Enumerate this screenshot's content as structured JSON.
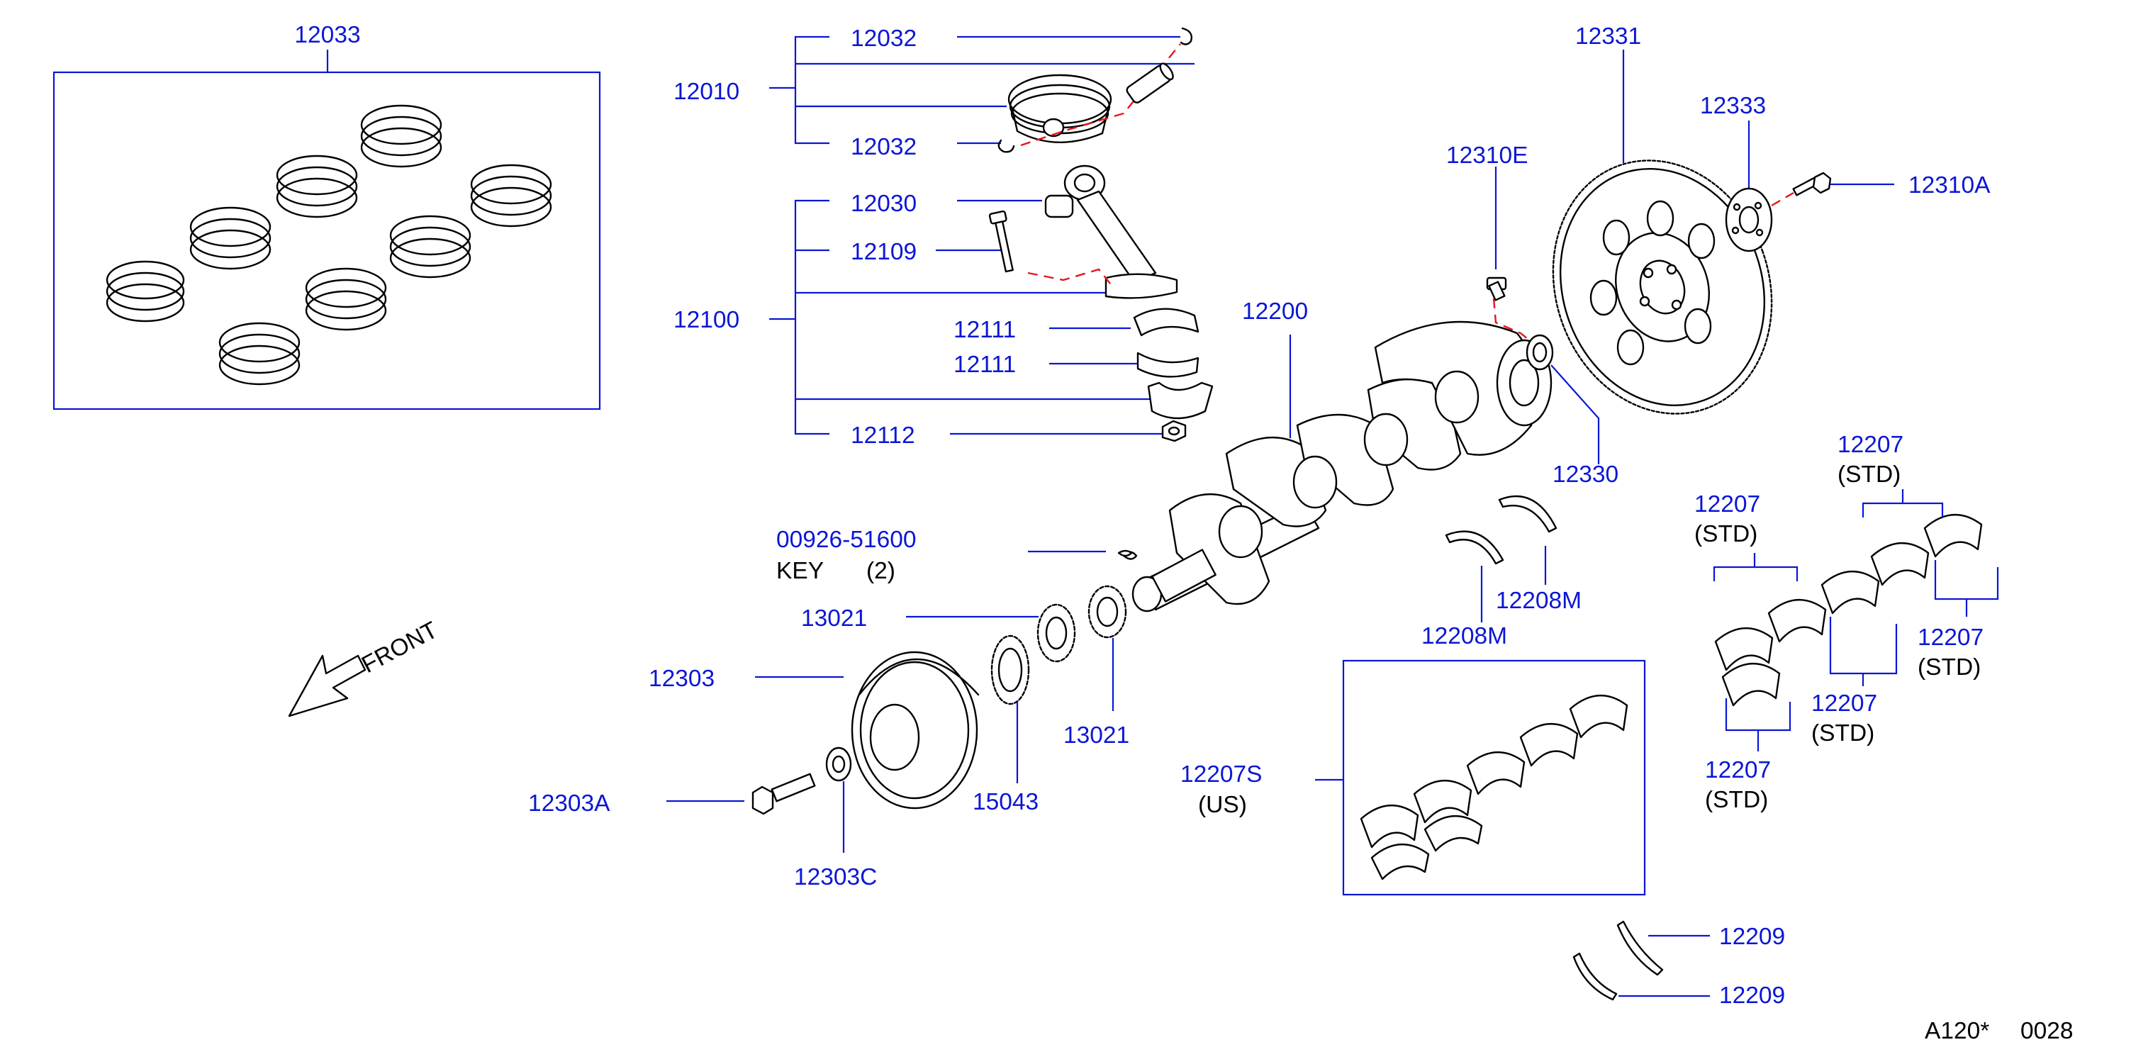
{
  "labels": {
    "p12033": "12033",
    "p12032_top": "12032",
    "p12010": "12010",
    "p12032_bot": "12032",
    "p12030": "12030",
    "p12109": "12109",
    "p12100": "12100",
    "p12111_a": "12111",
    "p12111_b": "12111",
    "p12112": "12112",
    "key_number": "00926-51600",
    "key_name": "KEY",
    "key_qty": "(2)",
    "p13021_a": "13021",
    "p12303": "12303",
    "p13021_b": "13021",
    "p15043": "15043",
    "p12303A": "12303A",
    "p12303C": "12303C",
    "p12200": "12200",
    "p12310E": "12310E",
    "p12331": "12331",
    "p12333": "12333",
    "p12310A": "12310A",
    "p12330": "12330",
    "p12208M_a": "12208M",
    "p12208M_b": "12208M",
    "p12207S": "12207S",
    "us": "(US)",
    "b1_num": "12207",
    "b1_std": "(STD)",
    "b2_num": "12207",
    "b2_std": "(STD)",
    "b3_num": "12207",
    "b3_std": "(STD)",
    "b4_num": "12207",
    "b4_std": "(STD)",
    "b5_num": "12207",
    "b5_std": "(STD)",
    "p12209_a": "12209",
    "p12209_b": "12209",
    "front": "FRONT",
    "footer_code": "A120*",
    "footer_num": "0028"
  },
  "colors": {
    "callout": "#0b16d4",
    "outline": "#000000",
    "dashed_guide": "#e8141e",
    "background": "#ffffff"
  }
}
